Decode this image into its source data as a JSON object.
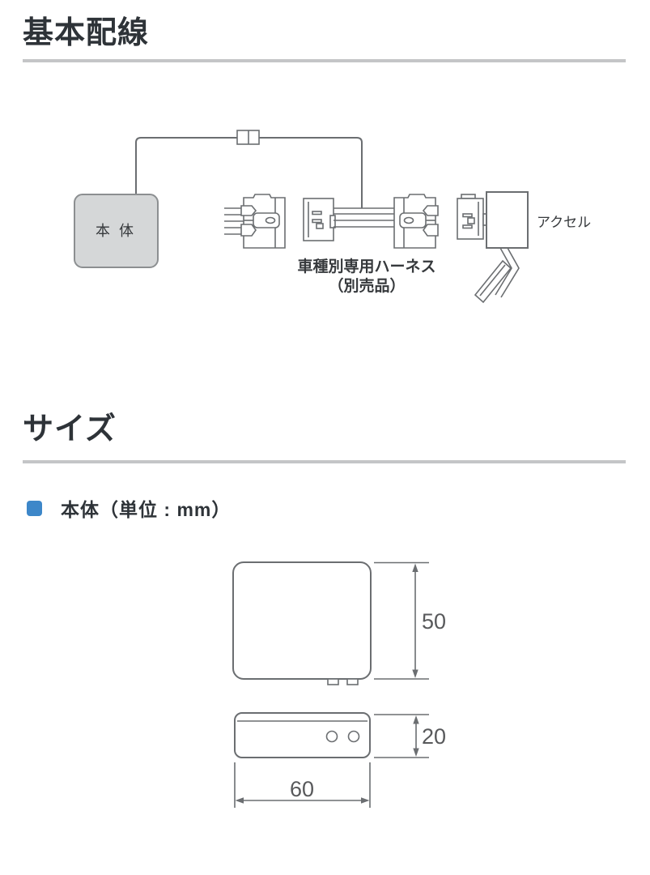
{
  "wiring_section": {
    "title": "基本配線",
    "main_unit_label": "本 体",
    "harness_label_line1": "車種別専用ハーネス",
    "harness_label_line2": "（別売品）",
    "accelerator_label": "アクセル"
  },
  "size_section": {
    "title": "サイズ",
    "subtitle": "本体（単位 : mm）",
    "dim_height_mm": "50",
    "dim_depth_mm": "20",
    "dim_width_mm": "60"
  },
  "colors": {
    "heading": "#2e3338",
    "rule": "#c4c5c7",
    "line": "#6b6e71",
    "box-fill": "#d5d7d8",
    "box-stroke": "#8c8f91",
    "bullet": "#3d87c9",
    "dim-text": "#58595b",
    "diagram-text": "#36393c"
  }
}
